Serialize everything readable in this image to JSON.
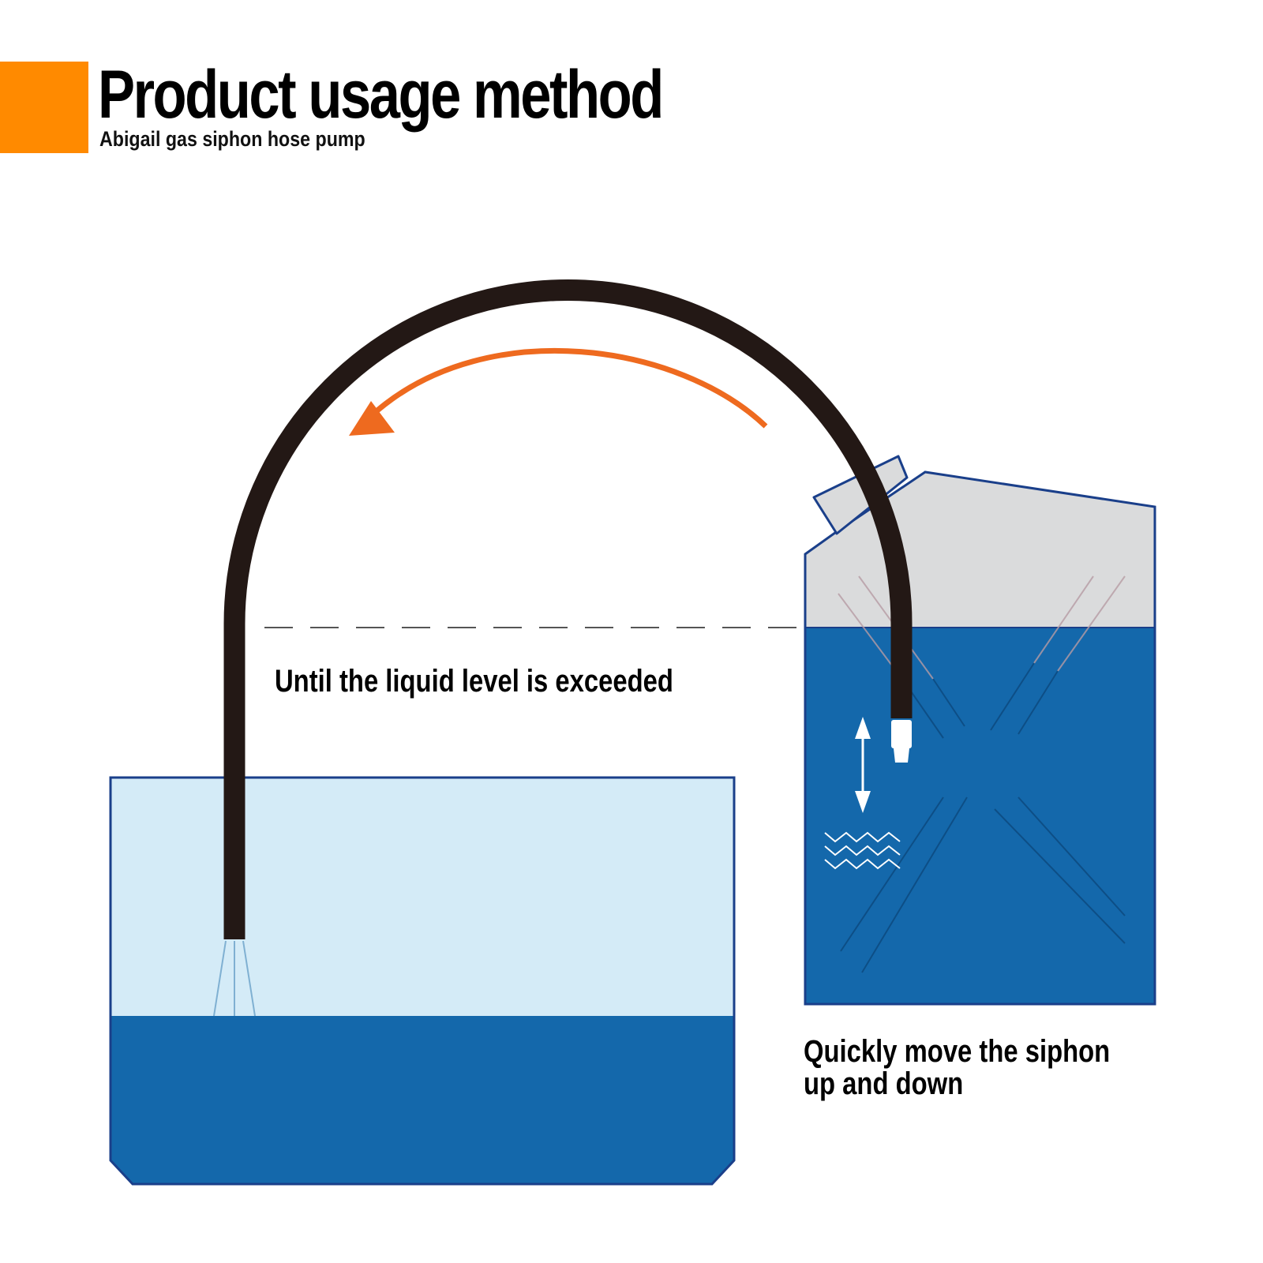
{
  "header": {
    "title": "Product usage method",
    "subtitle": "Abigail gas siphon hose pump"
  },
  "labels": {
    "liquid_level": "Until the liquid level is exceeded",
    "move_siphon": "Quickly move the siphon up and down"
  },
  "icons": {
    "flow_arrow": "curved-arrow-left",
    "motion_arrow": "double-arrow-vertical",
    "wave_marks": "wave-icon"
  },
  "colors": {
    "accent": "#ff8a00",
    "flow_arrow": "#ee6a1f",
    "hose": "#231815",
    "liquid_dark": "#1468ab",
    "liquid_light": "#d4ebf7",
    "container_outline": "#1a3f8a",
    "can_empty": "#dadbdc",
    "level_line": "#555555"
  }
}
